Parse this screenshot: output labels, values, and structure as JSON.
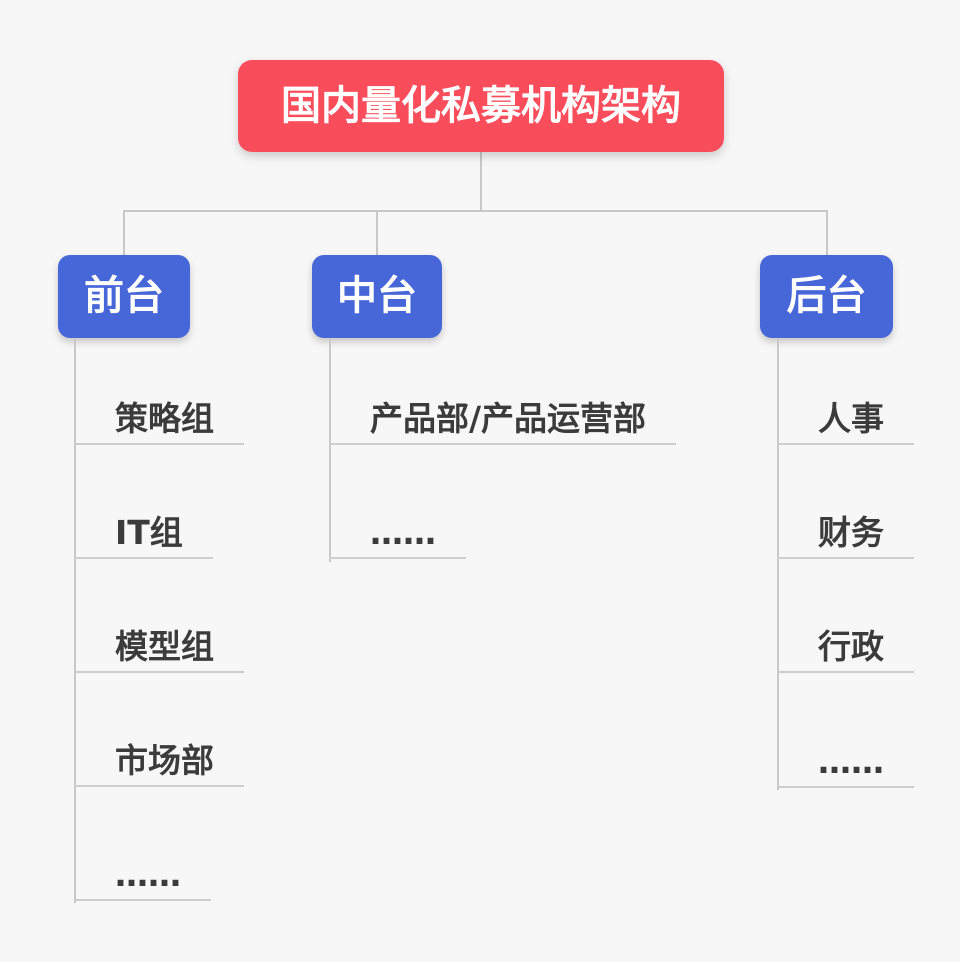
{
  "diagram": {
    "title": "国内量化私募机构架构",
    "colors": {
      "background": "#f7f7f7",
      "root_node": "#fa4d5b",
      "branch_node": "#4767d9",
      "node_text": "#ffffff",
      "child_text": "#3b3b3b",
      "connector_line": "#c8c8c8",
      "underline": "#cdcdcd"
    },
    "root": {
      "label": "国内量化私募机构架构"
    },
    "branches": [
      {
        "label": "前台",
        "children": [
          "策略组",
          "IT组",
          "模型组",
          "市场部",
          "……"
        ]
      },
      {
        "label": "中台",
        "children": [
          "产品部/产品运营部",
          "……"
        ]
      },
      {
        "label": "后台",
        "children": [
          "人事",
          "财务",
          "行政",
          "……"
        ]
      }
    ]
  }
}
